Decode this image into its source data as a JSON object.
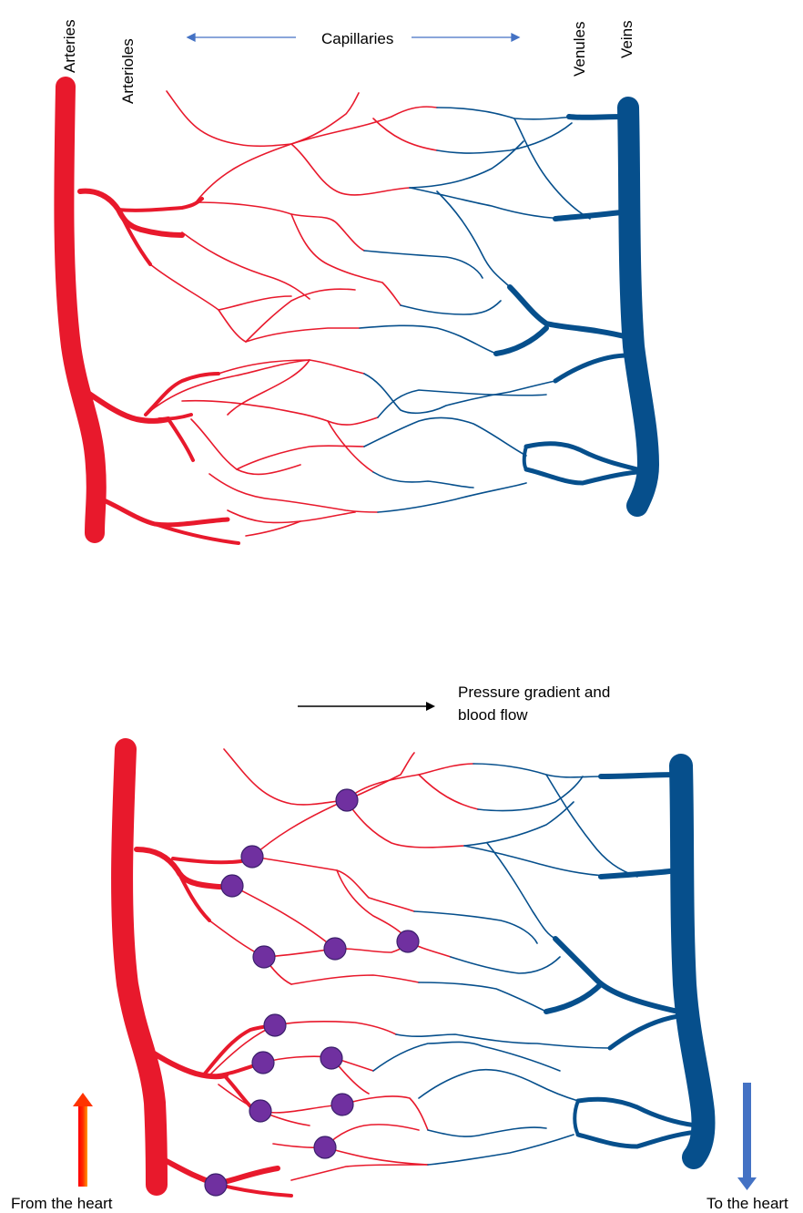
{
  "labels": {
    "arteries": "Arteries",
    "arterioles": "Arterioles",
    "capillaries": "Capillaries",
    "venules": "Venules",
    "veins": "Veins",
    "pressure_line1": "Pressure gradient and",
    "pressure_line2": "blood flow",
    "from_heart": "From the heart",
    "to_heart": "To the heart"
  },
  "colors": {
    "artery": "#e8192c",
    "vein": "#064f8c",
    "sphincter": "#7030a0",
    "arrow_blue": "#4472c4",
    "arrow_red": "#ff0000",
    "arrow_orange": "#ff9900"
  }
}
